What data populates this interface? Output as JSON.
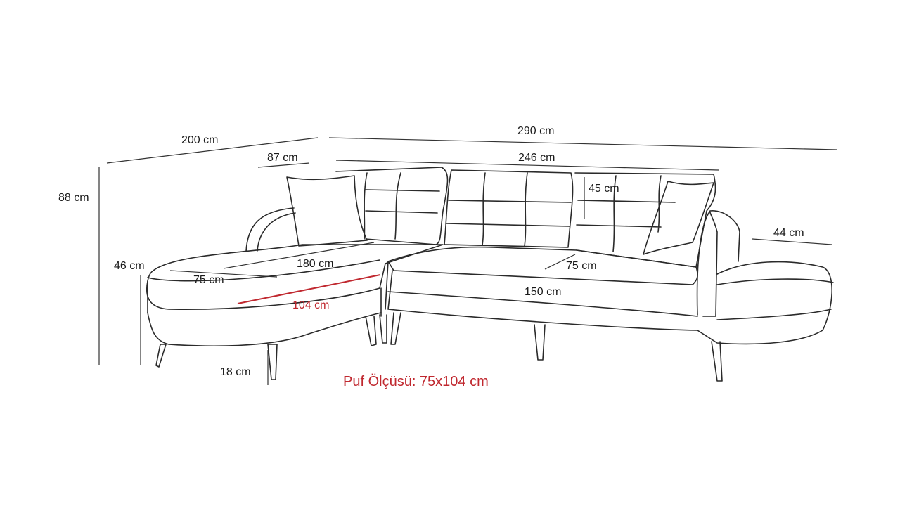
{
  "dimensions": {
    "depth_total": "200 cm",
    "width_total": "290 cm",
    "chaise_back_width": "87 cm",
    "back_width": "246 cm",
    "height_total": "88 cm",
    "back_cushion_height": "45 cm",
    "end_width": "44 cm",
    "seat_height": "46 cm",
    "chaise_length": "180 cm",
    "chaise_depth": "75 cm",
    "seat_depth": "75 cm",
    "pouf_length": "104 cm",
    "seat_width": "150 cm",
    "leg_height": "18 cm"
  },
  "pouf_note": "Puf Ölçüsü: 75x104 cm",
  "colors": {
    "accent": "#c0282f",
    "line": "#2a2a2a"
  }
}
